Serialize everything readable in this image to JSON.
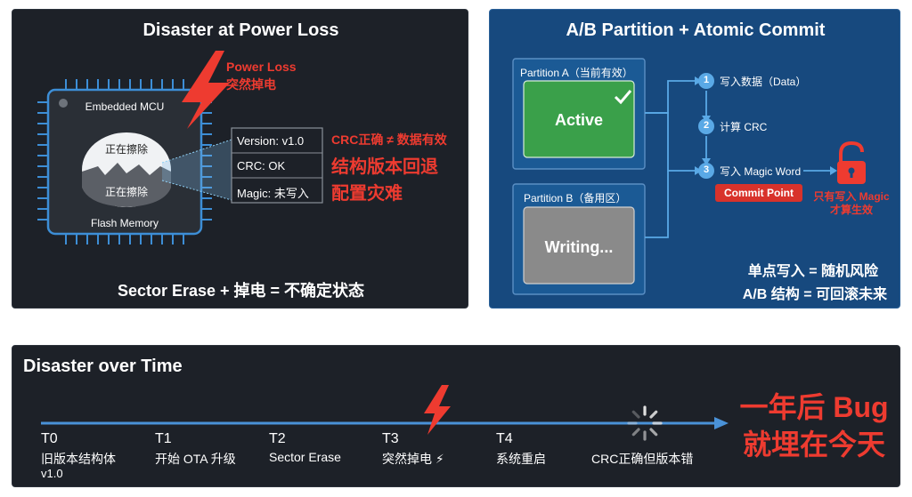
{
  "left_panel": {
    "title": "Disaster at Power Loss",
    "power_loss_en": "Power Loss",
    "power_loss_cn": "突然掉电",
    "mcu_label": "Embedded MCU",
    "erasing_top": "正在擦除",
    "erasing_bottom": "正在擦除",
    "flash_label": "Flash Memory",
    "info_box": {
      "version": "Version: v1.0",
      "crc": "CRC: OK",
      "magic": "Magic: 未写入"
    },
    "warn_1": "CRC正确 ≠ 数据有效",
    "warn_2": "结构版本回退",
    "warn_3": "配置灾难",
    "footer": "Sector Erase + 掉电 = 不确定状态"
  },
  "right_panel": {
    "title": "A/B Partition + Atomic Commit",
    "partition_a": {
      "label": "Partition A（当前有效）",
      "state": "Active"
    },
    "partition_b": {
      "label": "Partition B（备用区）",
      "state": "Writing..."
    },
    "steps": [
      {
        "num": "1",
        "text": "写入数据（Data）"
      },
      {
        "num": "2",
        "text": "计算 CRC"
      },
      {
        "num": "3",
        "text": "写入 Magic Word"
      }
    ],
    "commit_point": "Commit Point",
    "lock_note_1": "只有写入 Magic",
    "lock_note_2": "才算生效",
    "footer_1": "单点写入 = 随机风险",
    "footer_2": "A/B 结构 = 可回滚未来"
  },
  "bottom_panel": {
    "title": "Disaster over Time",
    "events": [
      {
        "t": "T0",
        "label": "旧版本结构体",
        "label2": "v1.0"
      },
      {
        "t": "T1",
        "label": "开始 OTA 升级"
      },
      {
        "t": "T2",
        "label": "Sector Erase"
      },
      {
        "t": "T3",
        "label": "突然掉电 ⚡"
      },
      {
        "t": "T4",
        "label": "系统重启"
      }
    ],
    "final_label": "CRC正确但版本错",
    "headline_1": "一年后 Bug",
    "headline_2": "就埋在今天"
  },
  "colors": {
    "dark_panel": "#1d2128",
    "blue_panel": "#17497e",
    "accent_red": "#ee3b30",
    "active_green": "#3aa04a",
    "writing_gray": "#8a8a8a",
    "commit_red": "#d8322b",
    "step_blue": "#5aa9e6"
  }
}
